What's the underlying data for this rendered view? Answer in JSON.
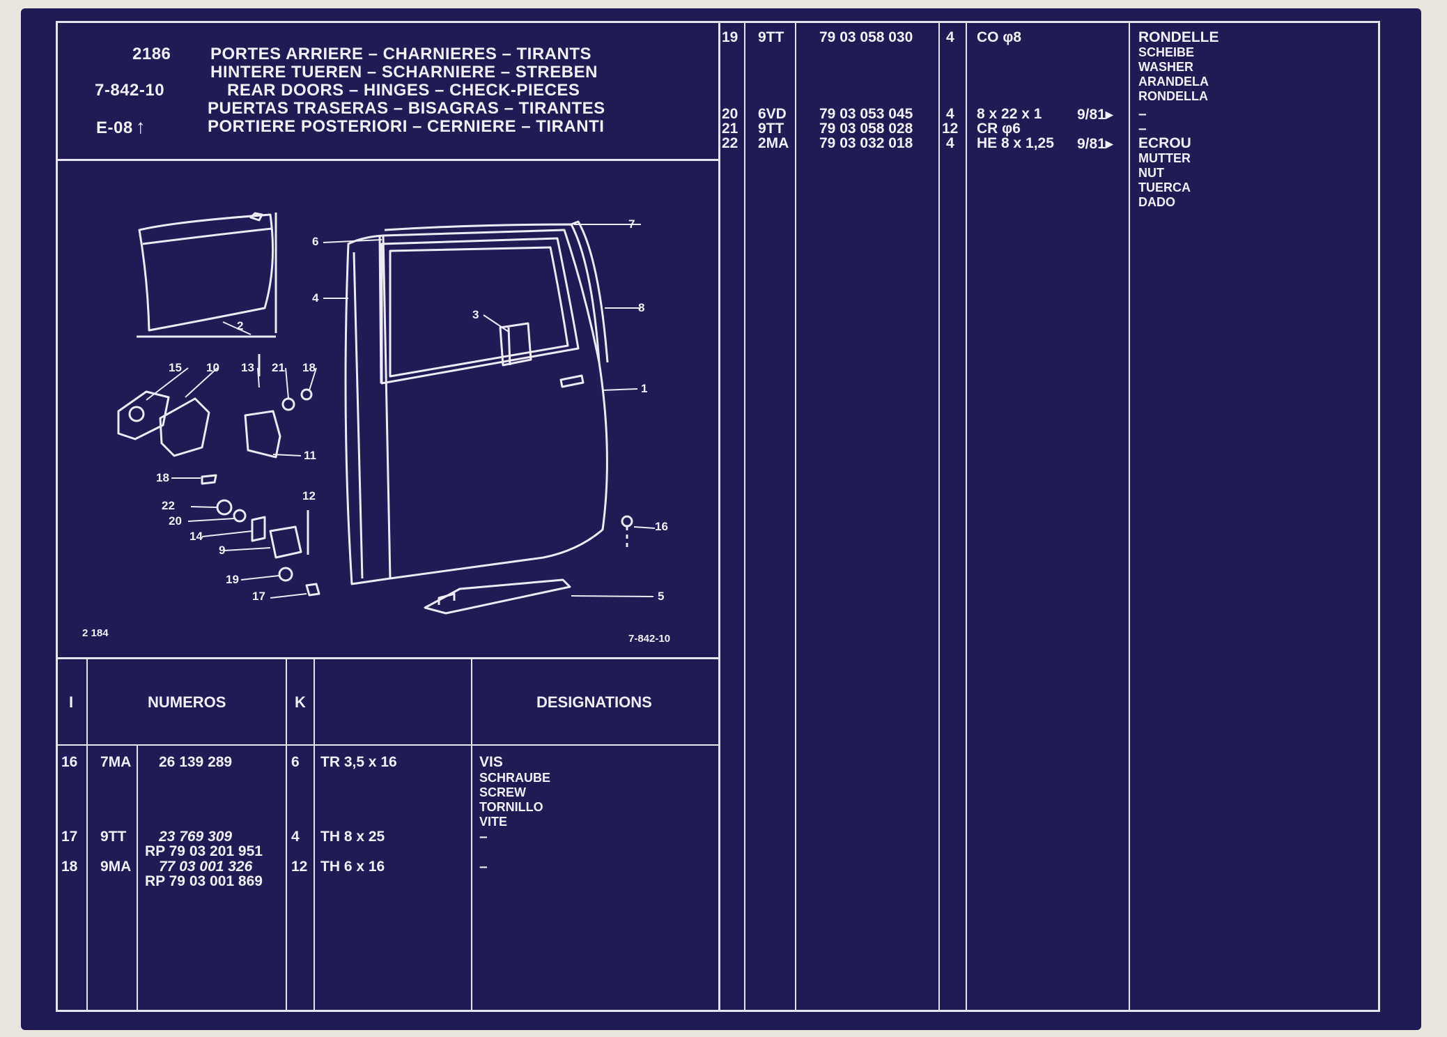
{
  "header": {
    "page_number": "2186",
    "reference": "7-842-10",
    "edition": "E-08",
    "edition_arrow": "↑",
    "titles": [
      "PORTES ARRIERE – CHARNIERES – TIRANTS",
      "HINTERE TUEREN – SCHARNIERE – STREBEN",
      "REAR DOORS – HINGES – CHECK-PIECES",
      "PUERTAS TRASERAS – BISAGRAS – TIRANTES",
      "PORTIERE POSTERIORI – CERNIERE – TIRANTI"
    ]
  },
  "diagram": {
    "code_left": "2 184",
    "code_right": "7-842-10",
    "callouts": [
      "1",
      "2",
      "3",
      "4",
      "5",
      "6",
      "7",
      "8",
      "9",
      "10",
      "11",
      "12",
      "13",
      "14",
      "15",
      "16",
      "17",
      "18",
      "18",
      "19",
      "20",
      "21",
      "22"
    ]
  },
  "table": {
    "columns": {
      "index": "I",
      "numbers": "NUMEROS",
      "qty": "K",
      "designations": "DESIGNATIONS"
    },
    "left_rows": [
      {
        "idx": "16",
        "code": "7MA",
        "num1": "26 139 289",
        "num2": "",
        "qty": "6",
        "spec": "TR 3,5 x 16",
        "date": "",
        "designations": [
          "VIS",
          "SCHRAUBE",
          "SCREW",
          "TORNILLO",
          "VITE"
        ]
      },
      {
        "idx": "17",
        "code": "9TT",
        "num1": "23 769 309",
        "num2": "RP 79 03 201 951",
        "qty": "4",
        "spec": "TH 8 x 25",
        "date": "",
        "designations": [
          "–"
        ]
      },
      {
        "idx": "18",
        "code": "9MA",
        "num1": "77 03 001 326",
        "num2": "RP 79 03 001 869",
        "qty": "12",
        "spec": "TH 6 x 16",
        "date": "",
        "designations": [
          "–"
        ]
      }
    ],
    "right_rows": [
      {
        "idx": "19",
        "code": "9TT",
        "num1": "79 03 058 030",
        "qty": "4",
        "spec": "CO φ8",
        "date": "",
        "designations": [
          "RONDELLE",
          "SCHEIBE",
          "WASHER",
          "ARANDELA",
          "RONDELLA"
        ]
      },
      {
        "idx": "20",
        "code": "6VD",
        "num1": "79 03 053 045",
        "qty": "4",
        "spec": "8 x 22 x 1",
        "date": "9/81▸",
        "designations": [
          "–"
        ]
      },
      {
        "idx": "21",
        "code": "9TT",
        "num1": "79 03 058 028",
        "qty": "12",
        "spec": "CR φ6",
        "date": "",
        "designations": [
          "–"
        ]
      },
      {
        "idx": "22",
        "code": "2MA",
        "num1": "79 03 032 018",
        "qty": "4",
        "spec": "HE 8 x 1,25",
        "date": "9/81▸",
        "designations": [
          "ECROU",
          "MUTTER",
          "NUT",
          "TUERCA",
          "DADO"
        ]
      }
    ]
  },
  "colors": {
    "background": "#201a55",
    "ink": "#f2f0f8",
    "paper": "#e8e6de"
  }
}
